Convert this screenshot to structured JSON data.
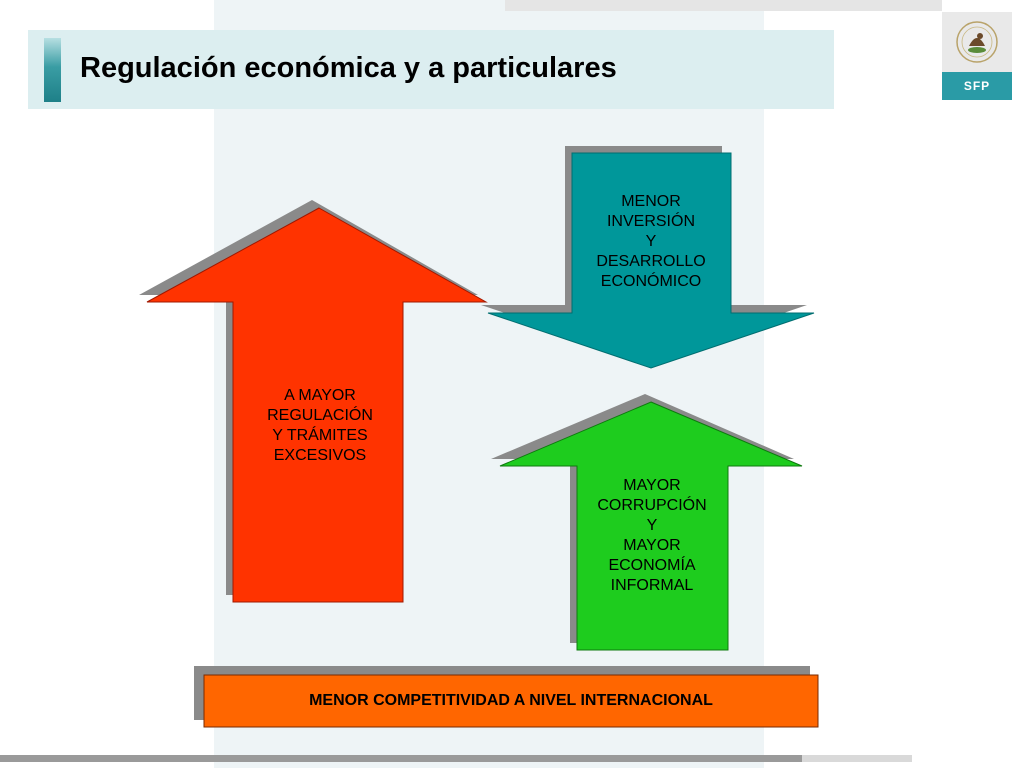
{
  "title": "Regulación económica y a particulares",
  "logo": {
    "icon": "coat-of-arms-icon",
    "label": "SFP"
  },
  "colors": {
    "red": "#ff3300",
    "teal": "#00979a",
    "green": "#1ecc1e",
    "orange": "#ff6600",
    "shadow": "#8a8a8a"
  },
  "diagram": {
    "red_arrow": [
      "A MAYOR",
      "REGULACIÓN",
      "Y TRÁMITES",
      "EXCESIVOS"
    ],
    "teal_arrow": [
      "MENOR",
      "INVERSIÓN",
      "Y",
      "DESARROLLO",
      "ECONÓMICO"
    ],
    "green_arrow": [
      "MAYOR",
      "CORRUPCIÓN",
      "Y",
      "MAYOR",
      "ECONOMÍA",
      "INFORMAL"
    ],
    "bottom_box": "MENOR COMPETITIVIDAD A NIVEL INTERNACIONAL"
  }
}
